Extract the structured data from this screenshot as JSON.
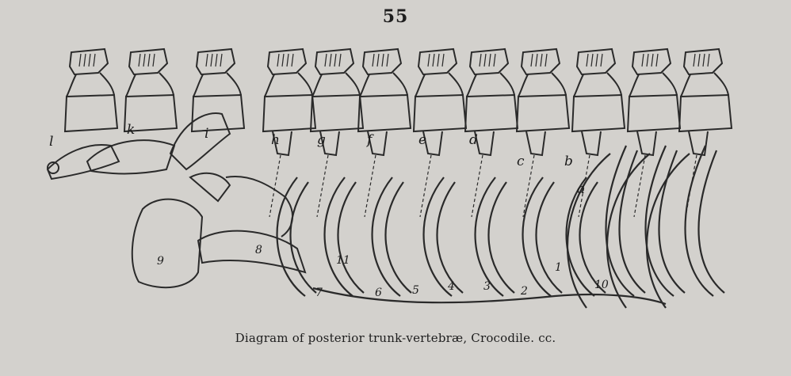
{
  "page_number": "55",
  "caption": "Diagram of posterior trunk-vertebræ, Crocodile.   cc.",
  "vertebra_labels": [
    "l",
    "k",
    "i",
    "h",
    "g",
    "f",
    "e",
    "d",
    "c",
    "b",
    "a"
  ],
  "rib_numbers": [
    "7",
    "6",
    "5",
    "4",
    "3",
    "2",
    "1"
  ],
  "other_labels": {
    "pelvic_bone": "9",
    "ischium_bar": "8",
    "rib_eleven": "11",
    "rib_ten": "10"
  }
}
